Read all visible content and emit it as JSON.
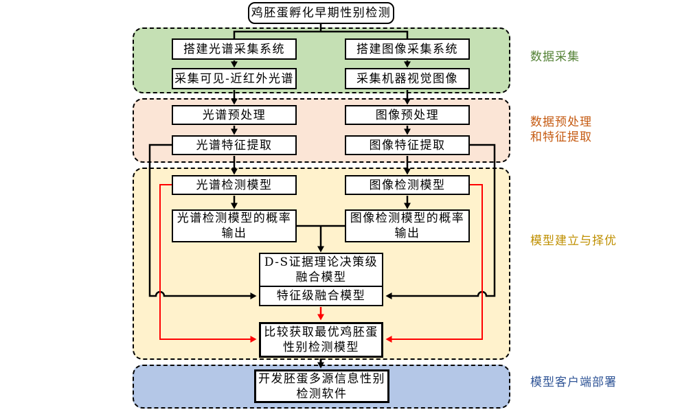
{
  "diagram": {
    "title": "鸡胚蛋孵化早期性别检测",
    "sections": {
      "collection": {
        "label": "数据采集",
        "bg": "#C5E0B4",
        "label_color": "#538135"
      },
      "preprocess": {
        "label": "数据预处理\n和特征提取",
        "bg": "#FBE5D6",
        "label_color": "#C55A11"
      },
      "modeling": {
        "label": "模型建立与择优",
        "bg": "#FFF2CC",
        "label_color": "#BF8F00"
      },
      "deployment": {
        "label": "模型客户端部署",
        "bg": "#B4C7E7",
        "label_color": "#2F5496"
      }
    },
    "boxes": {
      "build_spectrum_system": "搭建光谱采集系统",
      "build_image_system": "搭建图像采集系统",
      "collect_spectra": "采集可见-近红外光谱",
      "collect_images": "采集机器视觉图像",
      "spectrum_preprocess": "光谱预处理",
      "image_preprocess": "图像预处理",
      "spectrum_features": "光谱特征提取",
      "image_features": "图像特征提取",
      "spectrum_model": "光谱检测模型",
      "image_model": "图像检测模型",
      "spectrum_prob_output": "光谱检测模型的概率\n输出",
      "image_prob_output": "图像检测模型的概率\n输出",
      "ds_fusion": "D-S证据理论决策级\n融合模型",
      "feature_fusion": "特征级融合模型",
      "compare_best": "比较获取最优鸡胚蛋\n性别检测模型",
      "develop_software": "开发胚蛋多源信息性别\n检测软件"
    },
    "colors": {
      "connector": "#000000",
      "highlight_connector": "#FF0000",
      "box_border": "#000000",
      "box_fill": "#FFFFFF"
    }
  }
}
